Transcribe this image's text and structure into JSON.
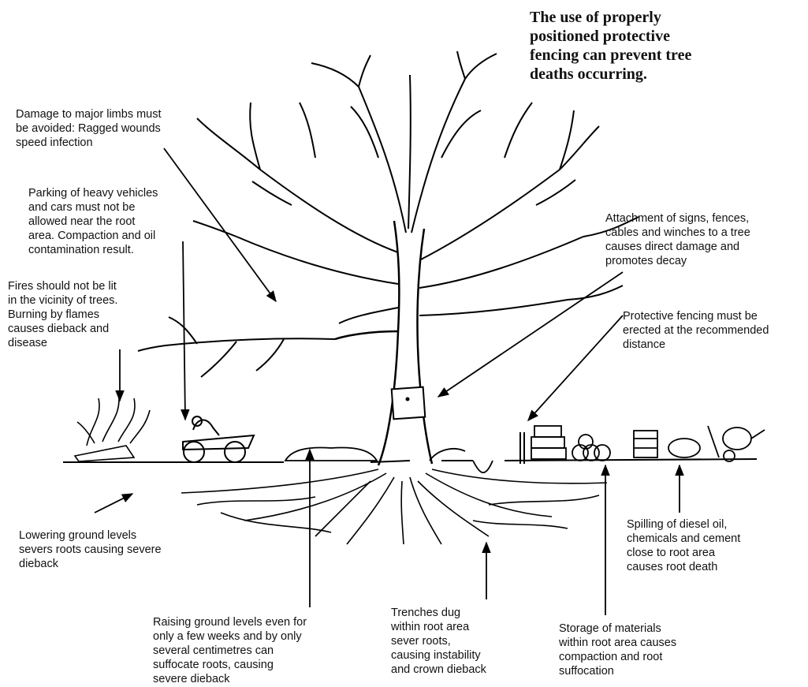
{
  "title": "The use of properly\npositioned protective\nfencing can prevent tree\ndeaths occurring.",
  "annotations": {
    "major_limbs": "Damage to major limbs must\nbe avoided: Ragged wounds\nspeed infection",
    "parking": "Parking of heavy vehicles\nand cars must not be\nallowed near the root\narea. Compaction and oil\ncontamination result.",
    "fires": "Fires should not be lit\nin the vicinity of trees.\nBurning by flames\ncauses dieback and\ndisease",
    "attachment": "Attachment of signs, fences,\ncables and winches to a tree\ncauses direct damage and\npromotes decay",
    "protective_fencing": "Protective fencing must be\nerected at the recommended\ndistance",
    "lowering": "Lowering ground levels\nsevers roots causing severe\ndieback",
    "spilling": "Spilling of diesel oil,\nchemicals and cement\nclose to root area\ncauses root death",
    "raising": "Raising ground levels even for\nonly a few weeks and by only\nseveral centimetres can\nsuffocate roots, causing\nsevere dieback",
    "trenches": "Trenches dug\nwithin root area\nsever roots,\ncausing instability\nand crown dieback",
    "storage": "Storage of materials\nwithin root area causes\ncompaction and root\nsuffocation"
  }
}
